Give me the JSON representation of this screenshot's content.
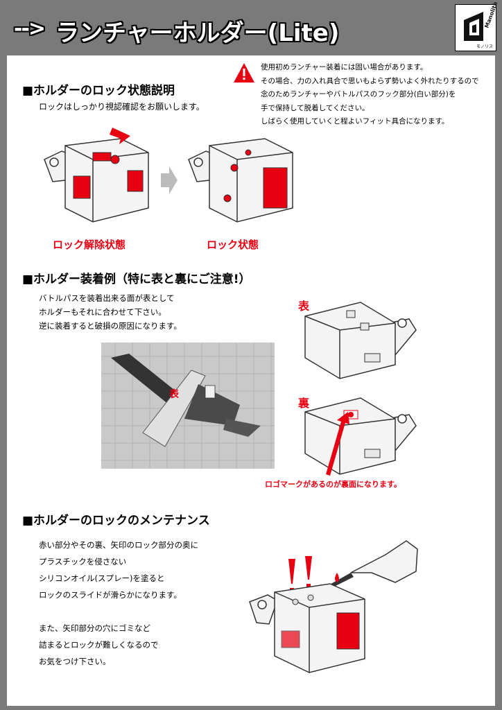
{
  "header": {
    "arrow": "-->",
    "title": "ランチャーホルダー(Lite)",
    "logo_text": "Manolith",
    "logo_sub": "モノリス"
  },
  "lock_section": {
    "heading": "■ホルダーのロック状態説明",
    "desc": "ロックはしっかり視認確認をお願いします。",
    "unlocked_label": "ロック解除状態",
    "locked_label": "ロック状態"
  },
  "warning": {
    "lines": [
      "使用初めランチャー装着には固い場合があります。",
      "その場合、力の入れ具合で思いもよらず勢いよく外れたりするので",
      "念のためランチャーやバトルパスのフック部分(白い部分)を",
      "手で保持して脱着してください。",
      "しばらく使用していくと程よいフィット具合になります。"
    ]
  },
  "mount_section": {
    "heading": "■ホルダー装着例（特に表と裏にご注意!）",
    "lines": [
      "バトルパスを装着出来る面が表として",
      "ホルダーもそれに合わせて下さい。",
      "逆に装着すると破損の原因になります。"
    ],
    "front_label": "表",
    "back_label": "裏",
    "photo_label": "表",
    "logo_note": "ロゴマークがあるのが裏面になります。"
  },
  "maintenance_section": {
    "heading": "■ホルダーのロックのメンテナンス",
    "lines": [
      "赤い部分やその裏、矢印のロック部分の奥に",
      "プラスチックを侵さない",
      "シリコンオイル(スプレー)を塗ると",
      "ロックのスライドが滑らかになります。",
      "",
      "また、矢印部分の穴にゴミなど",
      "詰まるとロックが難しくなるので",
      "お気をつけ下さい。"
    ]
  },
  "colors": {
    "accent": "#e60012",
    "frame": "#7a7a7a"
  }
}
